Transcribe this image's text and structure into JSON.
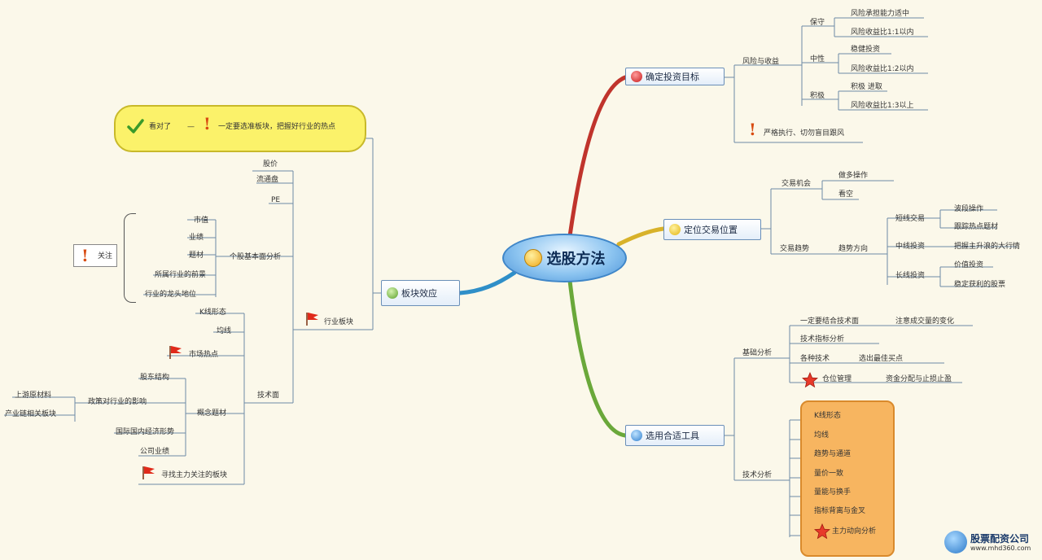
{
  "root": {
    "label": "选股方法"
  },
  "branches": {
    "top_right": {
      "label": "确定投资目标"
    },
    "middle_right": {
      "label": "定位交易位置"
    },
    "bottom_right": {
      "label": "选用合适工具"
    },
    "left": {
      "label": "板块效应"
    }
  },
  "labels": {
    "risk_reward": "风险与收益",
    "ra1": "风险承担能力适中",
    "ra2": "风险收益比1:1以内",
    "m1": "稳健投资",
    "m2": "风险收益比1:2以内",
    "b1": "积极 进取",
    "b2": "风险收益比1:3以上",
    "warning": "严格执行、切勿盲目跟风",
    "trade_opp": "交易机会",
    "dk": "做多操作",
    "kd": "看空",
    "trade_trend": "交易趋势",
    "tc": "趋势方向",
    "sd": "短线交易",
    "sd1": "波段操作",
    "sd2": "跟踪热点题材",
    "md": "中线投资",
    "md2": "把握主升浪的大行情",
    "ld": "长线投资",
    "ld1": "价值投资",
    "ld2": "稳定获利的股票",
    "basic": "基础分析",
    "t1": "一定要结合技术面",
    "t1b": "注意成交量的变化",
    "t2": "技术指标分析",
    "t3": "各种技术",
    "t3b": "选出最佳买点",
    "t4": "仓位管理",
    "t4b": "资金分配与止损止盈",
    "tech": "技术分析",
    "o1": "K线形态",
    "o2": "均线",
    "o3": "趋势与通道",
    "o4": "量价一致",
    "o5": "量能与换手",
    "o6": "指标背离与金叉",
    "o7": "主力动向分析",
    "cloud_check": "看对了",
    "cloud_text": "一定要选准板块，把握好行业的热点",
    "l1": "股价",
    "l2": "流通盘",
    "l3": "PE",
    "size_note": "个股基本面分析",
    "s1": "市值",
    "s2": "业绩",
    "s3": "题材",
    "s4": "所属行业的前景",
    "s5": "行业的龙头地位",
    "attention": "关注",
    "industry_sector": "行业板块",
    "tech_analysis": "技术面",
    "ta1": "K线形态",
    "ta2": "均线",
    "ta3": "市场热点",
    "concept": "概念题材",
    "c1": "股东结构",
    "c2": "政策对行业的影响",
    "c3": "国际国内经济形势",
    "c4": "公司业绩",
    "c5": "寻找主力关注的板块",
    "far1": "上游原材料",
    "far2": "产业链相关板块",
    "watermark": "股票配资公司",
    "watermark_url": "www.mhd360.com"
  },
  "colors": {
    "branch_top": "#c0342c",
    "branch_mid": "#d8b22a",
    "branch_bottom": "#6aa83a",
    "branch_left": "#2f8fc8",
    "line": "#6e8aa6",
    "background": "#fbf8ea"
  }
}
